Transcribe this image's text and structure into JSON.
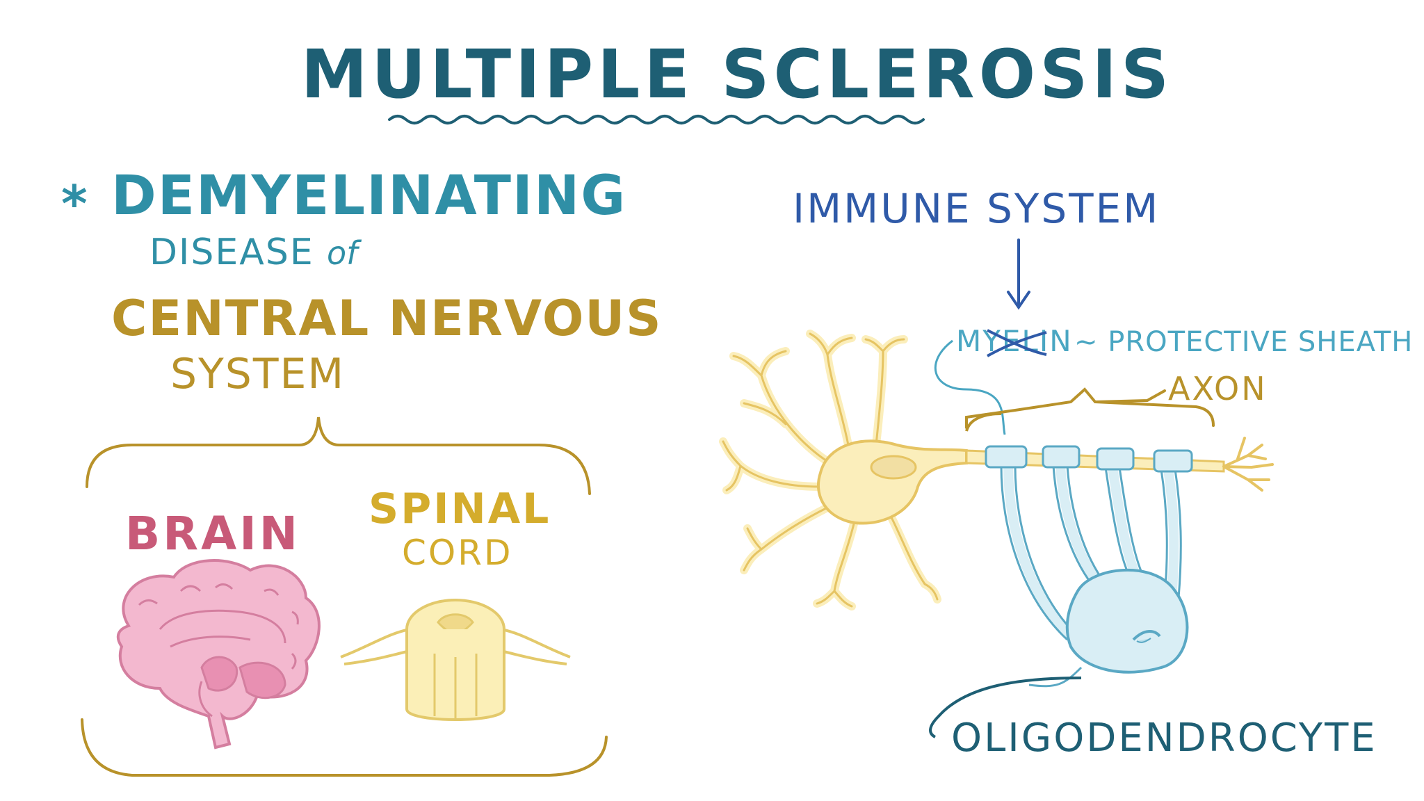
{
  "title": "MULTIPLE SCLEROSIS",
  "left": {
    "bullet": "*",
    "line1": "DEMYELINATING",
    "line2a": "DISEASE",
    "line2b": "of",
    "line3": "CENTRAL NERVOUS",
    "line4": "SYSTEM",
    "brain_label": "BRAIN",
    "spinal_label_1": "SPINAL",
    "spinal_label_2": "CORD"
  },
  "right": {
    "immune": "IMMUNE SYSTEM",
    "myelin": "MYELIN",
    "myelin_desc": "~ PROTECTIVE SHEATH",
    "axon": "AXON",
    "oligo": "OLIGODENDROCYTE"
  },
  "colors": {
    "title": "#1e5f74",
    "demyelinating": "#2f8fa6",
    "cns": "#b8922a",
    "brain_label": "#c85a78",
    "spinal_label": "#d4ac2c",
    "brain_fill": "#f3b8cf",
    "brain_stroke": "#d47e9f",
    "spinal_fill": "#fbefb7",
    "spinal_stroke": "#e3c96b",
    "immune": "#2f5aa8",
    "myelin": "#4aa6c2",
    "axon_label": "#b8922a",
    "neuron_fill": "#fbeebb",
    "neuron_stroke": "#e6c463",
    "oligo_fill": "#d9eef5",
    "oligo_stroke": "#5aa8c4",
    "oligo_label": "#1e5f74"
  }
}
